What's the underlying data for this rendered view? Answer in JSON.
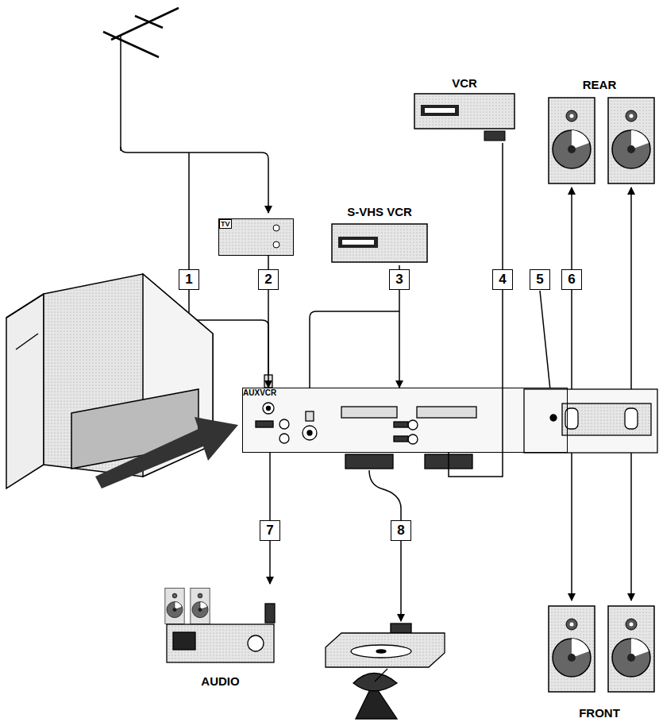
{
  "diagram": {
    "nodes": [
      {
        "text": [
          "VCR"
        ]
      },
      {
        "text": [
          "REAR"
        ]
      },
      {
        "text": [
          "TV"
        ]
      },
      {
        "text": [
          "S-VHS VCR"
        ]
      },
      {
        "text": [
          "AUX",
          "VCR"
        ]
      },
      {
        "text": [
          "AUDIO"
        ]
      },
      {
        "text": [
          "FRONT"
        ]
      }
    ],
    "edges": [
      {
        "from": 0,
        "to": 4,
        "arrow": "none",
        "label": "4"
      },
      {
        "from": 2,
        "to": 4,
        "arrow": "to",
        "label": "2"
      },
      {
        "from": 3,
        "to": 4,
        "arrow": "to",
        "label": "3"
      },
      {
        "from": 4,
        "to": 5,
        "arrow": "to",
        "label": "7"
      }
    ],
    "labels": [
      "1",
      "5",
      "6",
      "8"
    ]
  }
}
